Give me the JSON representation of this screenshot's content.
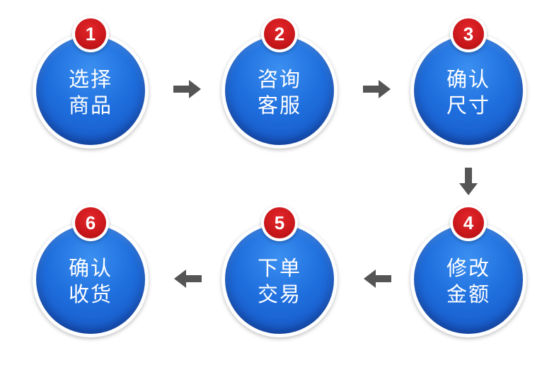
{
  "steps": [
    {
      "number": "1",
      "line1": "选择",
      "line2": "商品"
    },
    {
      "number": "2",
      "line1": "咨询",
      "line2": "客服"
    },
    {
      "number": "3",
      "line1": "确认",
      "line2": "尺寸"
    },
    {
      "number": "4",
      "line1": "修改",
      "line2": "金额"
    },
    {
      "number": "5",
      "line1": "下单",
      "line2": "交易"
    },
    {
      "number": "6",
      "line1": "确认",
      "line2": "收货"
    }
  ],
  "colors": {
    "circle": "#1f6fde",
    "badge": "#c9171b",
    "arrow": "#555555"
  }
}
